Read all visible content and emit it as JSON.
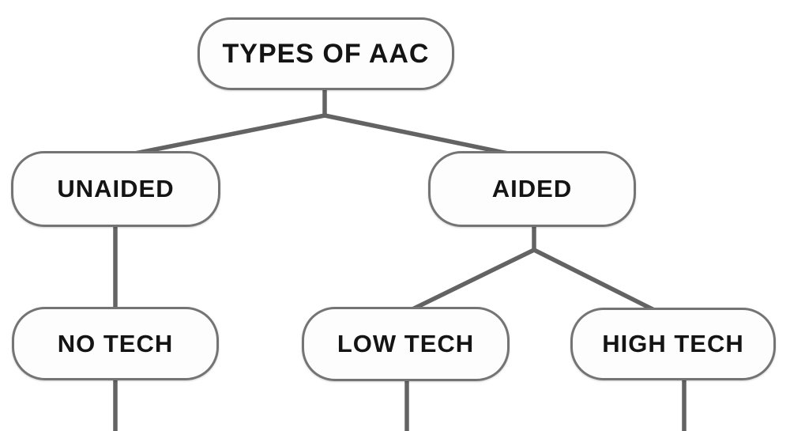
{
  "diagram": {
    "type": "tree",
    "title": "TYPES OF AAC",
    "nodes": {
      "root": {
        "label": "TYPES OF AAC",
        "level": 0
      },
      "unaided": {
        "label": "UNAIDED",
        "level": 1
      },
      "aided": {
        "label": "AIDED",
        "level": 1
      },
      "no_tech": {
        "label": "NO TECH",
        "level": 2
      },
      "low_tech": {
        "label": "LOW TECH",
        "level": 2
      },
      "high_tech": {
        "label": "HIGH TECH",
        "level": 2
      }
    },
    "edges": [
      {
        "from": "TYPES OF AAC",
        "to": "UNAIDED"
      },
      {
        "from": "TYPES OF AAC",
        "to": "AIDED"
      },
      {
        "from": "UNAIDED",
        "to": "NO TECH"
      },
      {
        "from": "AIDED",
        "to": "LOW TECH"
      },
      {
        "from": "AIDED",
        "to": "HIGH TECH"
      }
    ],
    "continues_below": [
      "NO TECH",
      "LOW TECH",
      "HIGH TECH"
    ],
    "colors": {
      "background": "#ffffff",
      "node_fill": "#fdfdfd",
      "node_border": "#747474",
      "connector": "#636363",
      "text": "#141414"
    }
  }
}
